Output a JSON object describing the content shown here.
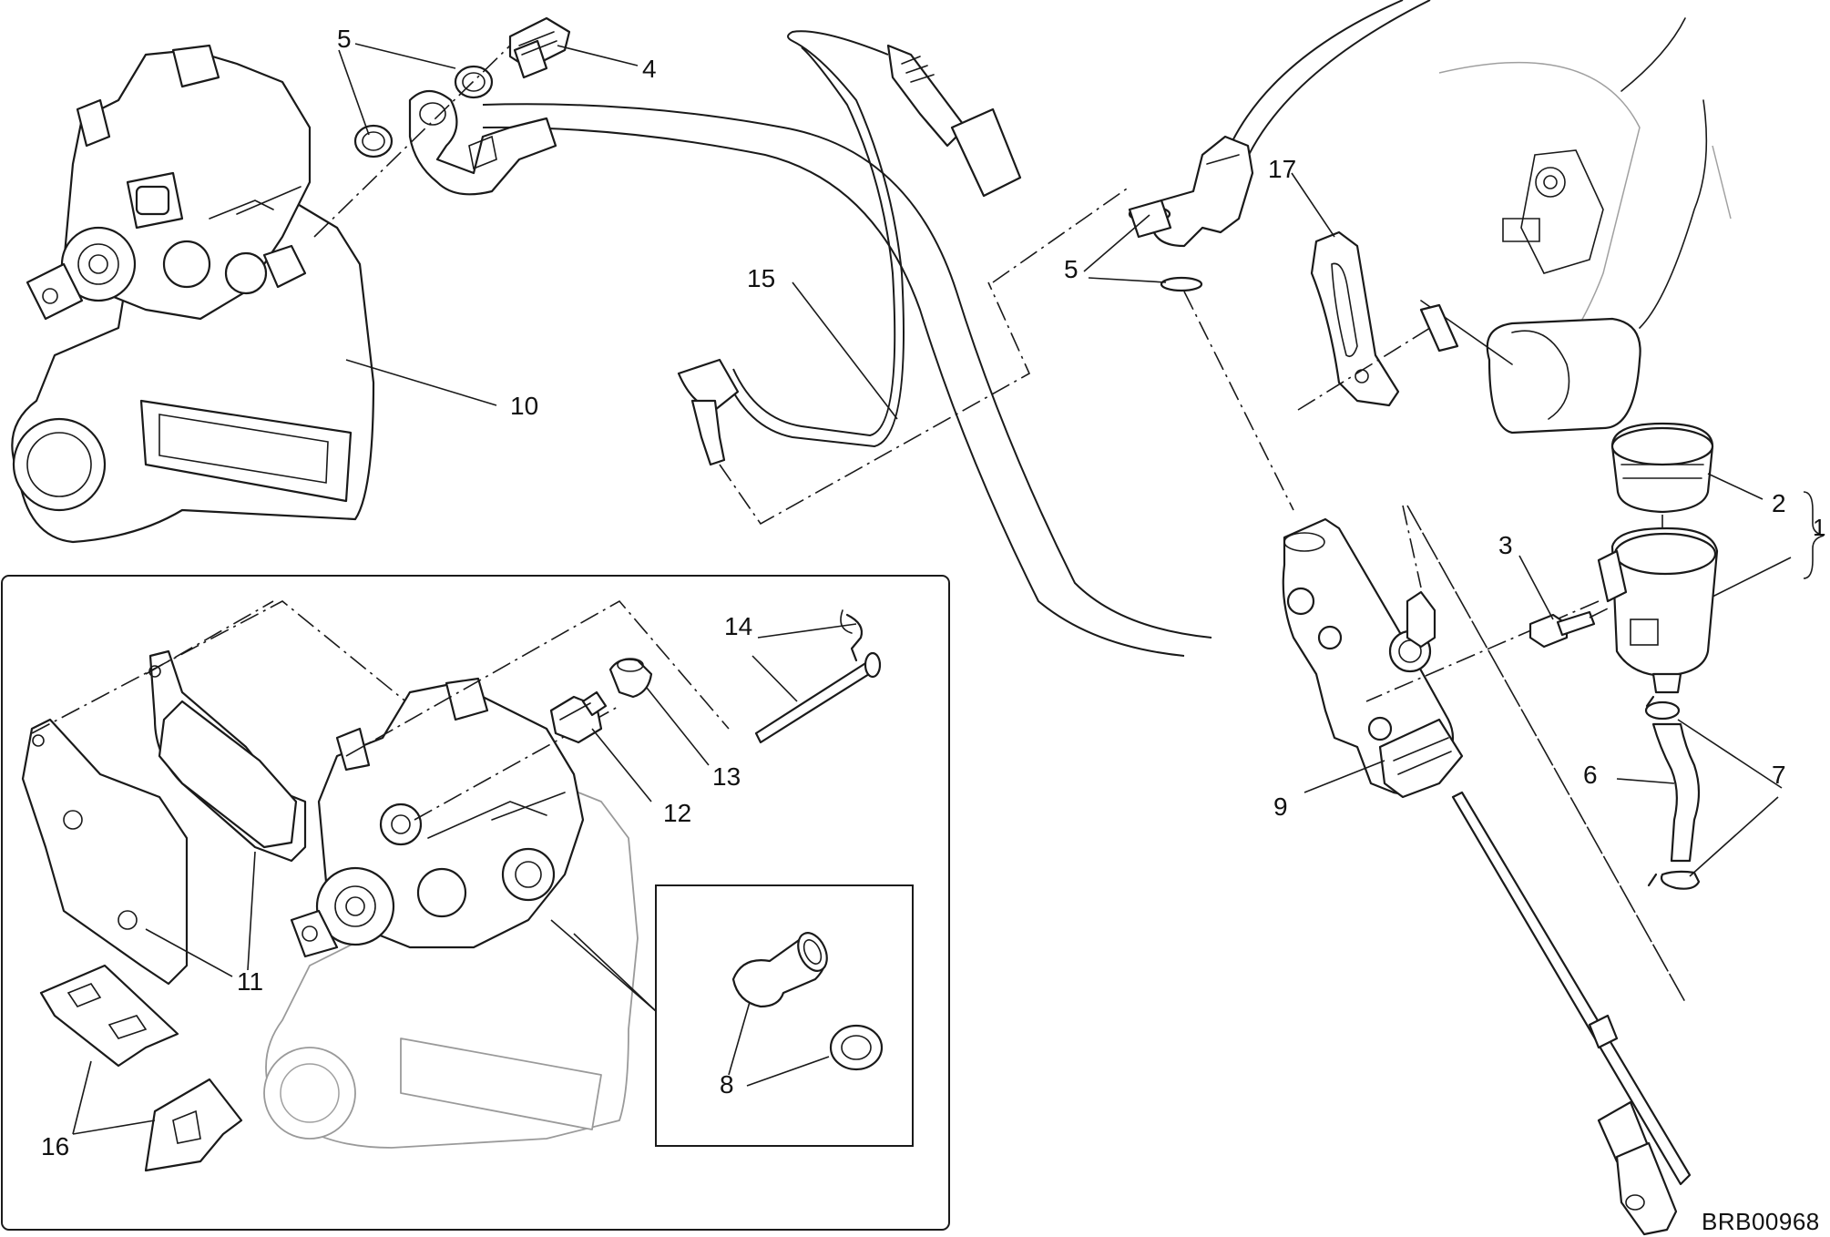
{
  "callouts": {
    "c1": "1",
    "c2": "2",
    "c3": "3",
    "c4": "4",
    "c5a": "5",
    "c5b": "5",
    "c6": "6",
    "c7": "7",
    "c8": "8",
    "c9": "9",
    "c10": "10",
    "c11": "11",
    "c12": "12",
    "c13": "13",
    "c14": "14",
    "c15": "15",
    "c16": "16",
    "c17": "17"
  },
  "drawing_ref": "BRB00968",
  "colors": {
    "line": "#1a1a1a",
    "ghost": "#9a9a9a",
    "background": "#ffffff"
  }
}
